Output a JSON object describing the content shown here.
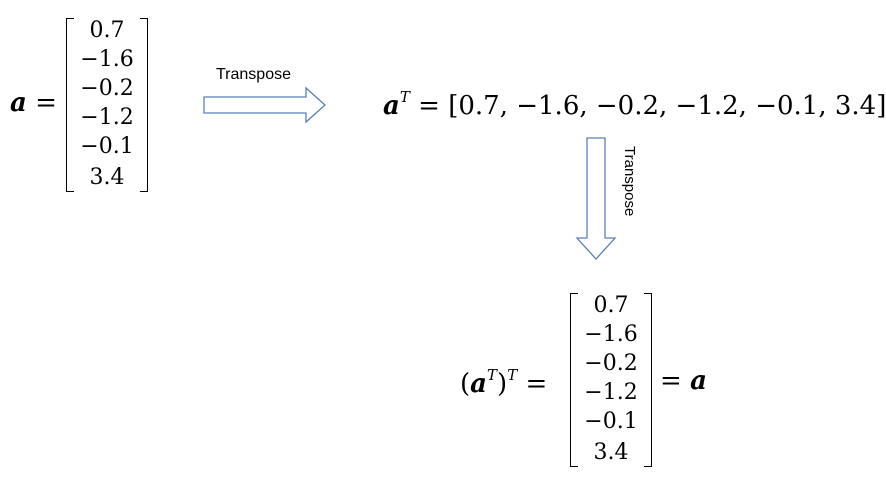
{
  "vector_a": [
    "0.7",
    "−1.6",
    "−0.2",
    "−1.2",
    "−0.1",
    "3.4"
  ],
  "symbols": {
    "a": "a",
    "equals": "=",
    "T": "T"
  },
  "transpose_row": "[0.7, −1.6, −0.2, −1.2, −0.1, 3.4]",
  "arrow_labels": {
    "horizontal": "Transpose",
    "vertical": "Transpose"
  },
  "colors": {
    "arrow_stroke": "#5b7fb4",
    "arrow_fill": "#ffffff",
    "text": "#000000"
  }
}
